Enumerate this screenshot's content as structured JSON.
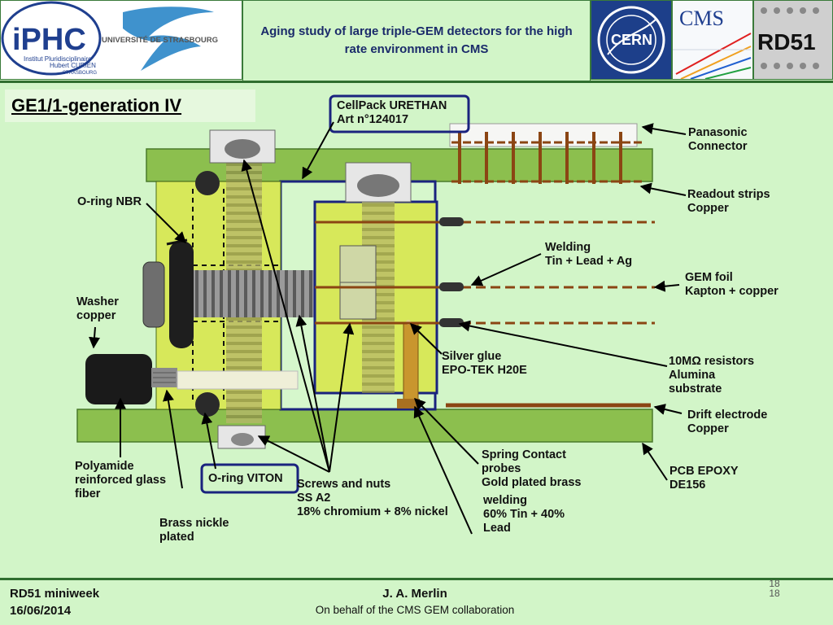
{
  "header": {
    "title": "Aging study of large triple-GEM detectors for the high rate environment in CMS",
    "logos": {
      "iphc": {
        "mark": "iPHC",
        "line1": "Institut Pluridisciplinaire",
        "line2": "Hubert CURIEN",
        "line3": "STRASBOURG",
        "university": "UNIVERSITÉ DE STRASBOURG"
      },
      "cern": "CERN",
      "cms": "CMS",
      "rd51": "RD51"
    }
  },
  "section_title": "GE1/1-generation IV",
  "labels": {
    "cellpack": "CellPack URETHAN\nArt n°124017",
    "panasonic": "Panasonic\nConnector",
    "readout": "Readout strips\nCopper",
    "oring_nbr": "O-ring NBR",
    "welding": "Welding\nTin + Lead + Ag",
    "gem_foil": "GEM foil\nKapton + copper",
    "washer": "Washer\ncopper",
    "silver_glue": "Silver glue\nEPO-TEK H20E",
    "resistors": "10MΩ resistors\nAlumina\nsubstrate",
    "drift": "Drift electrode\nCopper",
    "polyamide": "Polyamide\nreinforced glass\nfiber",
    "oring_viton": "O-ring VITON",
    "screws": "Screws and nuts\nSS A2\n18% chromium + 8% nickel",
    "spring": "Spring Contact\nprobes\nGold plated brass",
    "welding2": "welding\n60% Tin + 40%\nLead",
    "pcb": "PCB EPOXY\nDE156",
    "brass": "Brass nickle\nplated"
  },
  "footer": {
    "event": "RD51 miniweek",
    "date": "16/06/2014",
    "author": "J. A. Merlin",
    "affiliation": "On behalf of the CMS GEM collaboration",
    "page": "18"
  },
  "colors": {
    "background": "#d2f5c8",
    "frame": "#2f6e2f",
    "board": "#8cbf4e",
    "block": "#d7e85a",
    "copper": "#a0521e",
    "highlight_box": "#1a237e",
    "title_text": "#1a2a6a"
  }
}
